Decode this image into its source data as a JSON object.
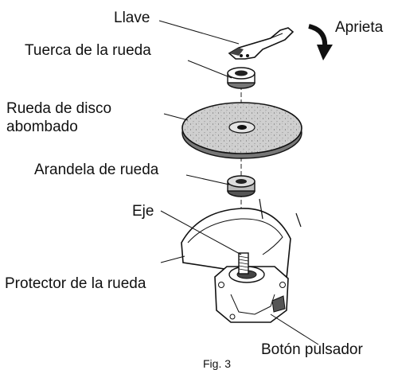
{
  "labels": {
    "wrench": "Llave",
    "tighten": "Aprieta",
    "wheel_nut": "Tuerca de la rueda",
    "wheel_line1": "Rueda de disco",
    "wheel_line2": "abombado",
    "washer": "Arandela de rueda",
    "shaft": "Eje",
    "guard": "Protector de la rueda",
    "push_button": "Botón pulsador",
    "figure": "Fig. 3"
  }
}
